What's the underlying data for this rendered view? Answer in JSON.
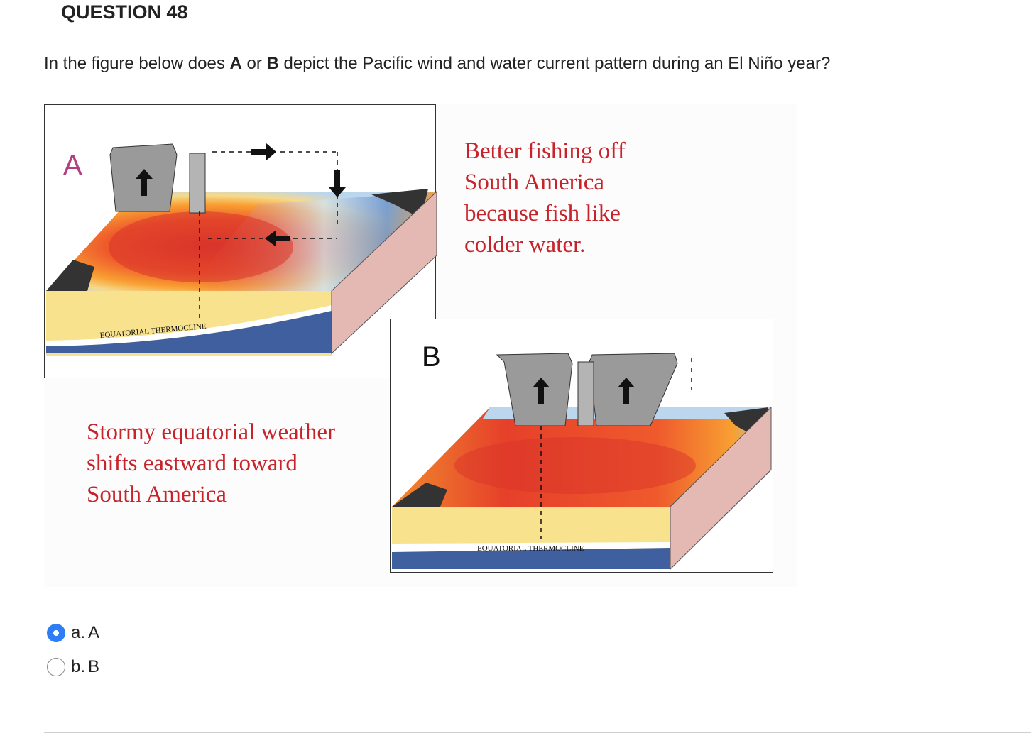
{
  "question": {
    "title": "QUESTION 48",
    "text_parts": [
      "In the figure below does ",
      "A",
      " or ",
      "B",
      " depict the Pacific wind and water current pattern during an El Niño year?"
    ]
  },
  "figure": {
    "panel_a": {
      "label": "A",
      "thermocline_label": "EQUATORIAL THERMOCLINE"
    },
    "panel_b": {
      "label": "B",
      "thermocline_label": "EQUATORIAL THERMOCLINE"
    },
    "note_a": [
      "Better fishing off",
      "South America",
      "because fish like",
      "colder water."
    ],
    "note_b": [
      "Stormy equatorial weather",
      "shifts eastward toward",
      "South America"
    ],
    "colors": {
      "annotation_red": "#c8232b",
      "warm_water": "#e8402a",
      "cool_water": "#4a73b6",
      "yellow_layer": "#f9e28e",
      "deep_blue": "#3f5f9e",
      "side_pink": "#e4b9b4",
      "cloud_gray": "#9a9a9a"
    }
  },
  "options": [
    {
      "letter": "a.",
      "text": "A",
      "selected": true
    },
    {
      "letter": "b.",
      "text": "B",
      "selected": false
    }
  ],
  "accent_color": "#2f7df6"
}
